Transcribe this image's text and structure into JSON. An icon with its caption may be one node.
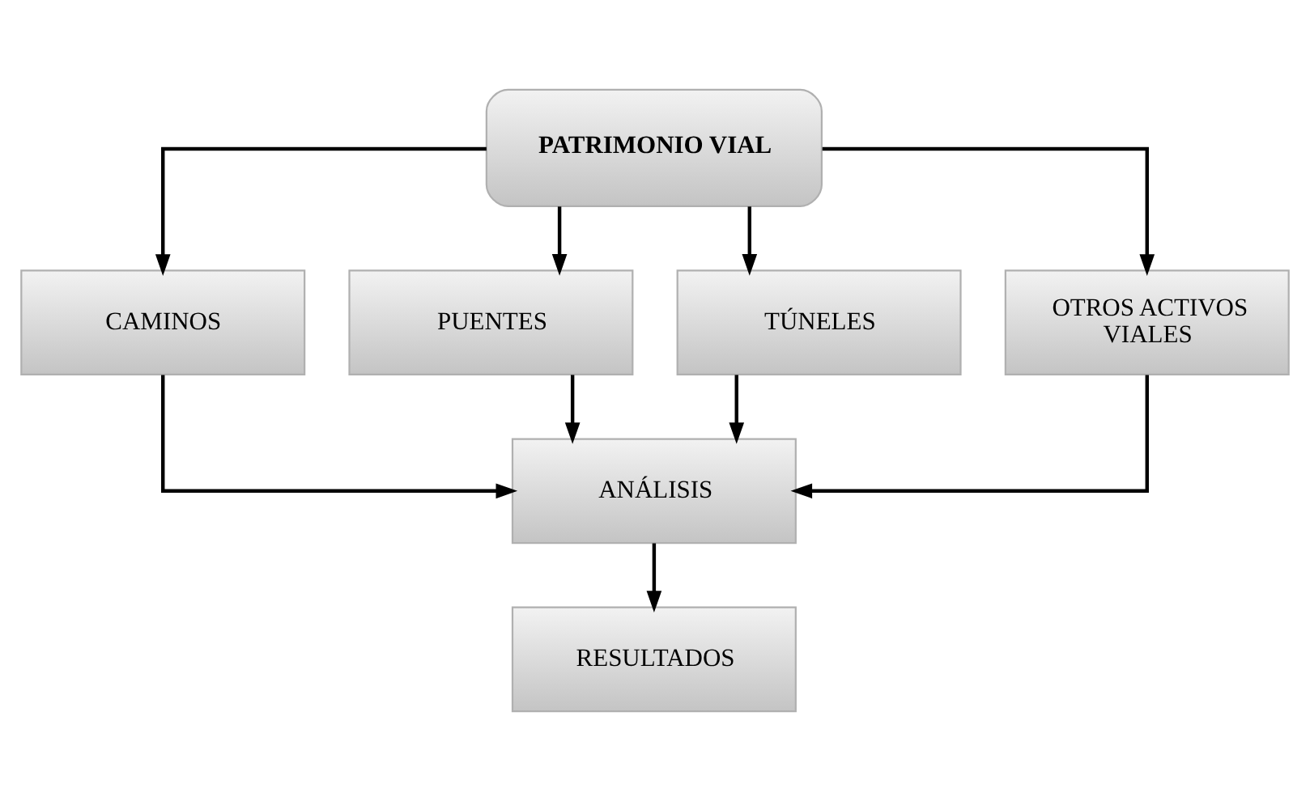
{
  "diagram": {
    "nodes": [
      {
        "text": [
          "PATRIMONIO VIAL"
        ]
      },
      {
        "text": [
          "CAMINOS"
        ]
      },
      {
        "text": [
          "PUENTES"
        ]
      },
      {
        "text": [
          "TÚNELES"
        ]
      },
      {
        "text": [
          "OTROS ACTIVOS VIALES"
        ]
      },
      {
        "text": [
          "ANÁLISIS"
        ]
      },
      {
        "text": [
          "RESULTADOS"
        ]
      }
    ],
    "edges": [
      {
        "from": 0,
        "to": 1,
        "arrow": "to"
      },
      {
        "from": 0,
        "to": 2,
        "arrow": "to"
      },
      {
        "from": 0,
        "to": 3,
        "arrow": "to"
      },
      {
        "from": 0,
        "to": 4,
        "arrow": "to"
      },
      {
        "from": 1,
        "to": 5,
        "arrow": "to"
      },
      {
        "from": 2,
        "to": 5,
        "arrow": "to"
      },
      {
        "from": 3,
        "to": 5,
        "arrow": "to"
      },
      {
        "from": 4,
        "to": 5,
        "arrow": "to"
      },
      {
        "from": 5,
        "to": 6,
        "arrow": "to"
      }
    ]
  }
}
